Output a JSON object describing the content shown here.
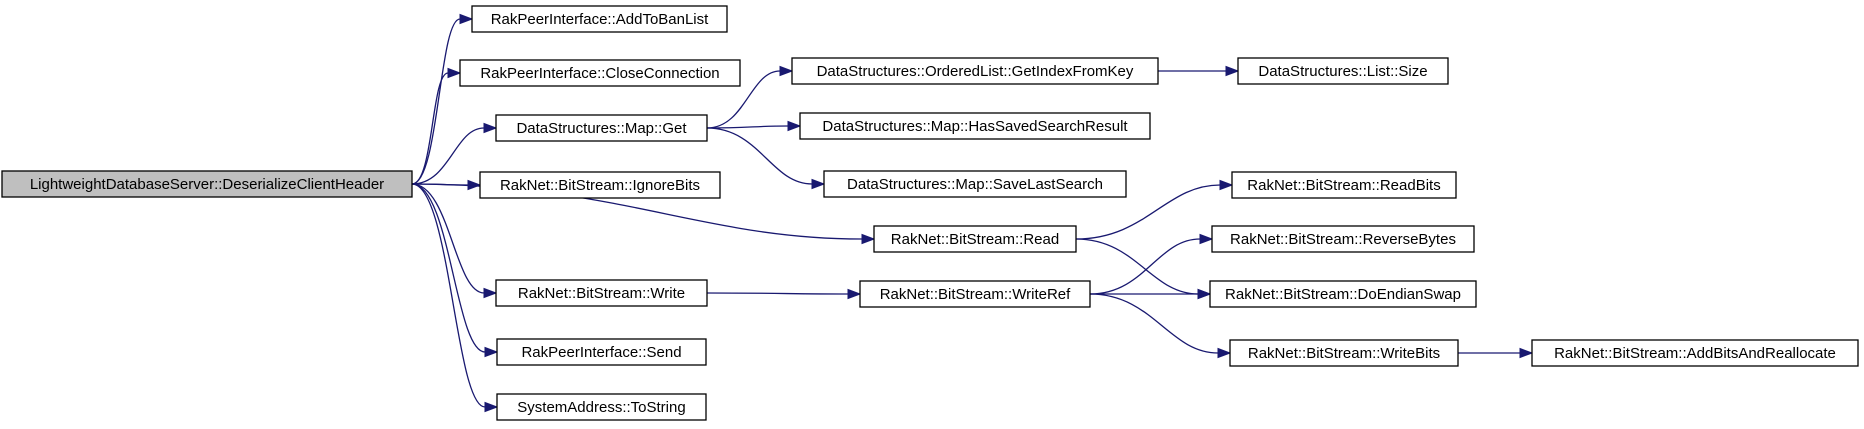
{
  "nodes": [
    {
      "id": "root",
      "label": "LightweightDatabaseServer::DeserializeClientHeader",
      "root": true
    },
    {
      "id": "addban",
      "label": "RakPeerInterface::AddToBanList"
    },
    {
      "id": "closeconn",
      "label": "RakPeerInterface::CloseConnection"
    },
    {
      "id": "mapget",
      "label": "DataStructures::Map::Get"
    },
    {
      "id": "ignorebits",
      "label": "RakNet::BitStream::IgnoreBits"
    },
    {
      "id": "write",
      "label": "RakNet::BitStream::Write"
    },
    {
      "id": "send",
      "label": "RakPeerInterface::Send"
    },
    {
      "id": "tostring",
      "label": "SystemAddress::ToString"
    },
    {
      "id": "getindex",
      "label": "DataStructures::OrderedList::GetIndexFromKey"
    },
    {
      "id": "hassaved",
      "label": "DataStructures::Map::HasSavedSearchResult"
    },
    {
      "id": "savelast",
      "label": "DataStructures::Map::SaveLastSearch"
    },
    {
      "id": "read",
      "label": "RakNet::BitStream::Read"
    },
    {
      "id": "writeref",
      "label": "RakNet::BitStream::WriteRef"
    },
    {
      "id": "listsize",
      "label": "DataStructures::List::Size"
    },
    {
      "id": "readbits",
      "label": "RakNet::BitStream::ReadBits"
    },
    {
      "id": "reversebytes",
      "label": "RakNet::BitStream::ReverseBytes"
    },
    {
      "id": "endianswap",
      "label": "RakNet::BitStream::DoEndianSwap"
    },
    {
      "id": "writebits",
      "label": "RakNet::BitStream::WriteBits"
    },
    {
      "id": "addbits",
      "label": "RakNet::BitStream::AddBitsAndReallocate"
    }
  ],
  "edges": [
    {
      "from": "root",
      "to": "addban"
    },
    {
      "from": "root",
      "to": "closeconn"
    },
    {
      "from": "root",
      "to": "mapget"
    },
    {
      "from": "root",
      "to": "ignorebits"
    },
    {
      "from": "root",
      "to": "read"
    },
    {
      "from": "root",
      "to": "write"
    },
    {
      "from": "root",
      "to": "send"
    },
    {
      "from": "root",
      "to": "tostring"
    },
    {
      "from": "mapget",
      "to": "getindex"
    },
    {
      "from": "mapget",
      "to": "hassaved"
    },
    {
      "from": "mapget",
      "to": "savelast"
    },
    {
      "from": "getindex",
      "to": "listsize"
    },
    {
      "from": "read",
      "to": "readbits"
    },
    {
      "from": "read",
      "to": "endianswap"
    },
    {
      "from": "write",
      "to": "writeref"
    },
    {
      "from": "writeref",
      "to": "reversebytes"
    },
    {
      "from": "writeref",
      "to": "endianswap"
    },
    {
      "from": "writeref",
      "to": "writebits"
    },
    {
      "from": "writebits",
      "to": "addbits"
    }
  ],
  "colors": {
    "edge": "#191970",
    "node_border": "#000000",
    "node_fill": "#ffffff",
    "root_fill": "#bfbfbf"
  }
}
